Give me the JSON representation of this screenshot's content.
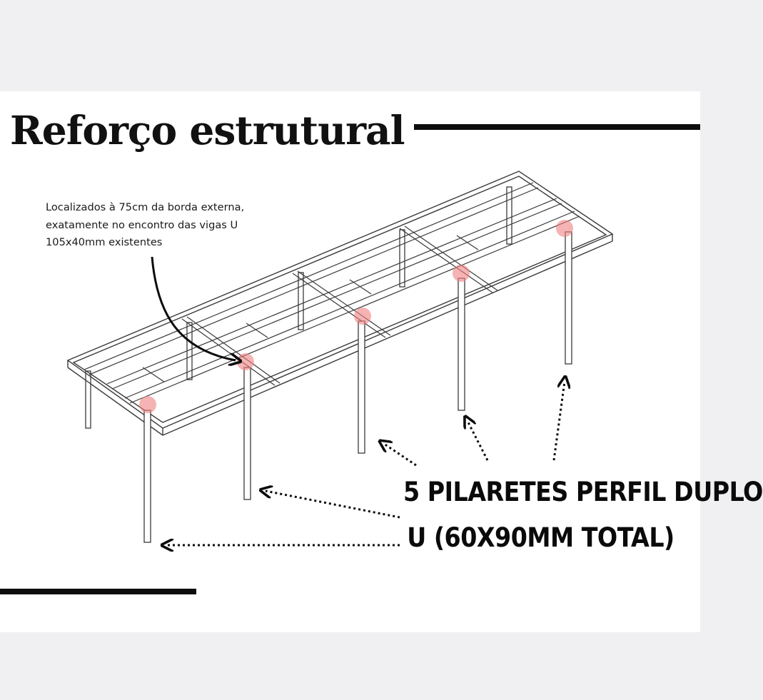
{
  "title": "Reforço estrutural",
  "note": "Localizados à 75cm da borda externa, exatamente no encontro das vigas U 105x40mm existentes",
  "callout": {
    "line1": "5 PILARETES PERFIL DUPLO",
    "line2": "U (60X90MM TOTAL)"
  },
  "colors": {
    "background": "#f0f0f3",
    "card": "#ffffff",
    "ink": "#0d0d0d",
    "frame_stroke": "#3a3a3a",
    "highlight": "#f08080"
  }
}
